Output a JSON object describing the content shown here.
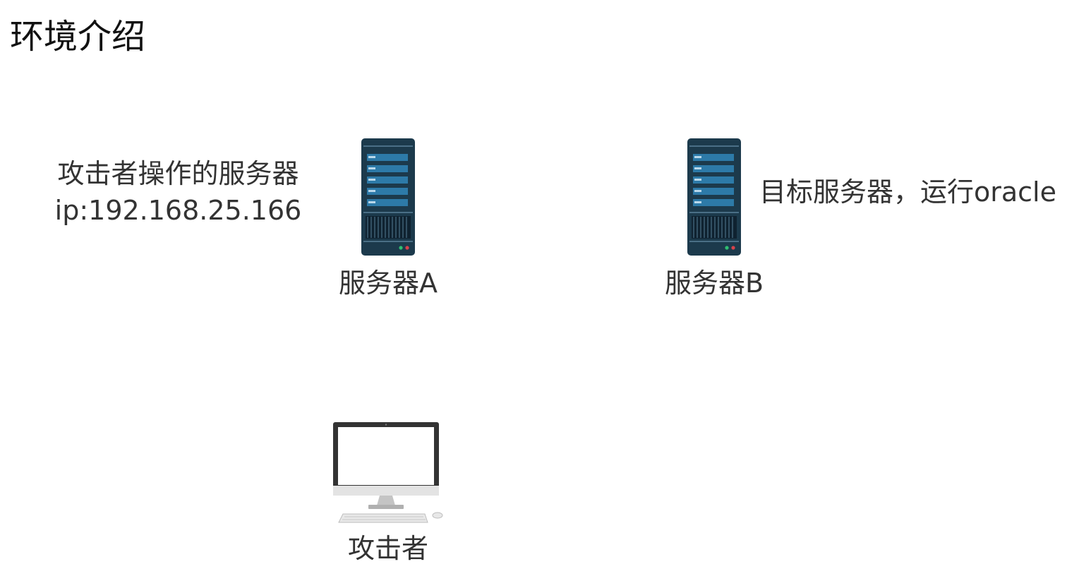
{
  "title": "环境介绍",
  "nodes": {
    "server_a": {
      "label": "服务器A",
      "note_line1": "攻击者操作的服务器",
      "note_line2": "ip:192.168.25.166"
    },
    "server_b": {
      "label": "服务器B",
      "note": "目标服务器，运行oracle"
    },
    "attacker": {
      "label": "攻击者"
    }
  },
  "icons": {
    "server": "server-icon",
    "computer": "desktop-computer-icon"
  },
  "colors": {
    "server_body": "#1c3a4c",
    "server_panel": "#2d7aa8",
    "led_green": "#2fbf71",
    "led_red": "#d9434b",
    "monitor_frame": "#333333",
    "monitor_stand": "#bdbdbd"
  }
}
